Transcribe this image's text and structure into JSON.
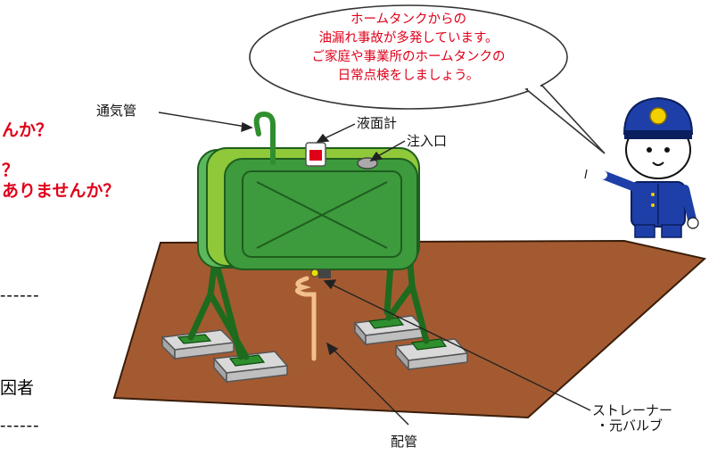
{
  "left_text": {
    "line1": "んか？",
    "line2": "？",
    "line3": "ありませんか？",
    "dash1": "------",
    "line4": "因者",
    "dash2": "------"
  },
  "speech_bubble": {
    "lines": [
      "ホームタンクからの",
      "油漏れ事故が多発しています。",
      "ご家庭や事業所のホームタンクの",
      "日常点検をしましょう。"
    ]
  },
  "labels": {
    "vent_pipe": "通気管",
    "level_gauge": "液面計",
    "inlet": "注入口",
    "strainer_line1": "ストレーナー",
    "strainer_line2": "・元バルブ",
    "piping": "配管"
  },
  "colors": {
    "warning_red": "#e0001a",
    "tank_green": "#2f8f2f",
    "floor_brown": "#a0522d"
  }
}
